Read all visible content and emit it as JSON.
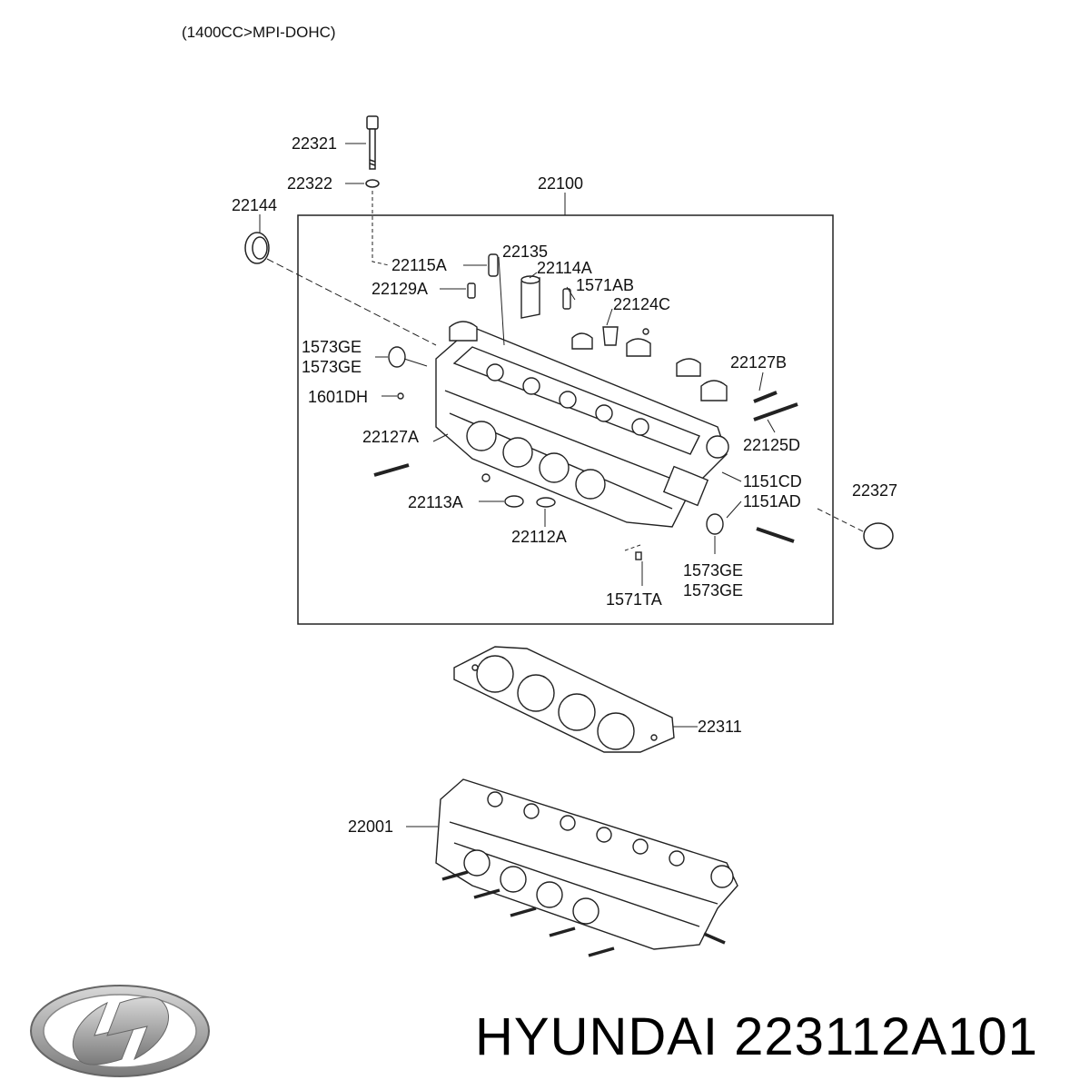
{
  "header": {
    "subtitle": "(1400CC>MPI-DOHC)"
  },
  "footer": {
    "brand": "HYUNDAI",
    "part_number": "223112A101"
  },
  "logo": {
    "icon": "hyundai-logo-icon",
    "color": "#9a9a9a"
  },
  "parts": {
    "p22321": "22321",
    "p22322": "22322",
    "p22100": "22100",
    "p22144": "22144",
    "p22135": "22135",
    "p22115A": "22115A",
    "p22114A": "22114A",
    "p22129A": "22129A",
    "p1571AB": "1571AB",
    "p22124C": "22124C",
    "p1573GE_a": "1573GE",
    "p1573GE_b": "1573GE",
    "p22127B": "22127B",
    "p1601DH": "1601DH",
    "p22127A": "22127A",
    "p22125D": "22125D",
    "p1151CD": "1151CD",
    "p22327": "22327",
    "p1151AD": "1151AD",
    "p22113A": "22113A",
    "p22112A": "22112A",
    "p1573GE_c": "1573GE",
    "p1573GE_d": "1573GE",
    "p1571TA": "1571TA",
    "p22311": "22311",
    "p22001": "22001"
  }
}
